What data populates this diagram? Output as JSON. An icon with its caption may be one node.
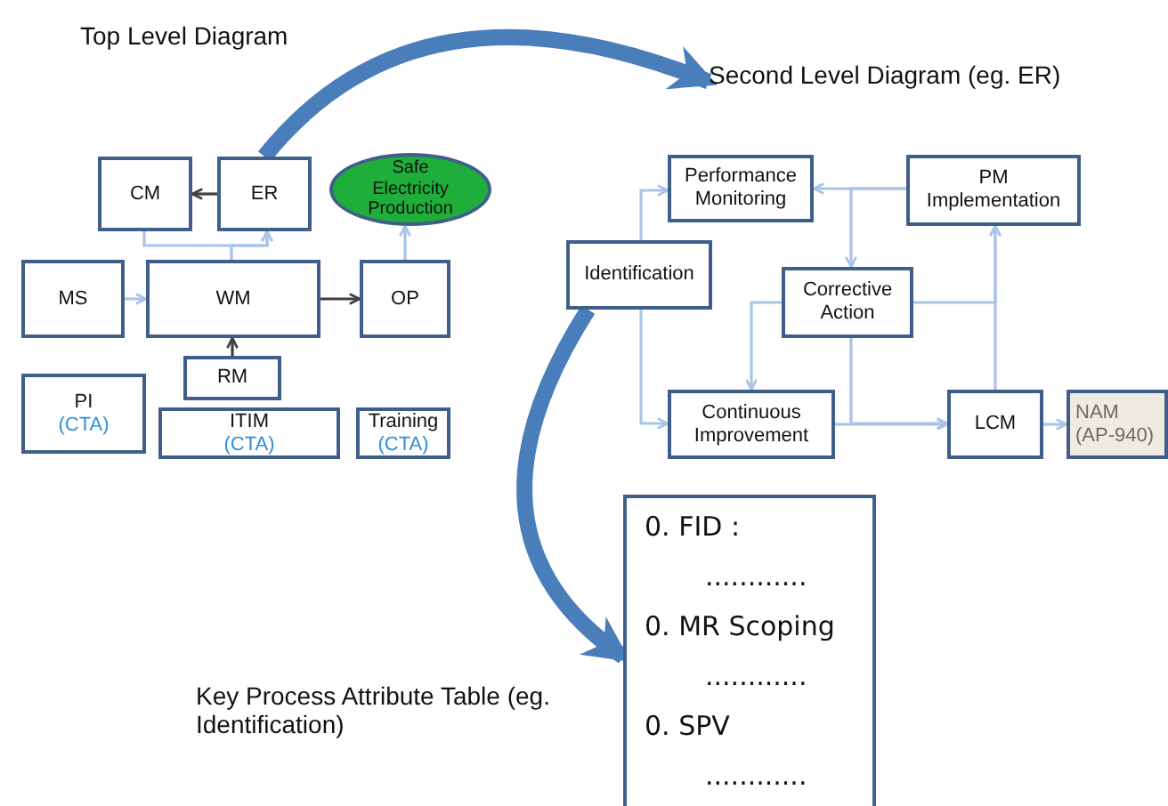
{
  "diagram": {
    "nodes": [
      {
        "text": [
          "CM"
        ]
      },
      {
        "text": [
          "ER"
        ]
      },
      {
        "text": [
          "Safe Electricity Production"
        ]
      },
      {
        "text": [
          "MS"
        ]
      },
      {
        "text": [
          "WM"
        ]
      },
      {
        "text": [
          "OP"
        ]
      },
      {
        "text": [
          "RM"
        ]
      },
      {
        "text": [
          "PI",
          "(CTA)"
        ]
      },
      {
        "text": [
          "ITIM",
          "(CTA)"
        ]
      },
      {
        "text": [
          "Training",
          "(CTA)"
        ]
      },
      {
        "text": [
          "Second Level Diagram (eg. ER)"
        ]
      },
      {
        "text": [
          "Performance Monitoring"
        ]
      },
      {
        "text": [
          "PM Implementation"
        ]
      },
      {
        "text": [
          "Identification"
        ]
      },
      {
        "text": [
          "Corrective Action"
        ]
      },
      {
        "text": [
          "Continuous Improvement"
        ]
      },
      {
        "text": [
          "LCM"
        ]
      },
      {
        "text": [
          "NAM (AP-940)"
        ]
      },
      {
        "text": [
          "0. FID :",
          "............",
          "0. MR Scoping",
          "............",
          "0. SPV",
          "............"
        ]
      }
    ],
    "edges": [
      {
        "from": 1,
        "to": 0,
        "arrow": "to",
        "color": "#404040"
      },
      {
        "from": 0,
        "to": 1,
        "arrow": "to"
      },
      {
        "from": 4,
        "to": 1,
        "arrow": "to"
      },
      {
        "from": 3,
        "to": 4,
        "arrow": "to"
      },
      {
        "from": 4,
        "to": 5,
        "arrow": "to",
        "color": "#404040"
      },
      {
        "from": 6,
        "to": 4,
        "arrow": "to",
        "color": "#404040"
      },
      {
        "from": 5,
        "to": 2,
        "arrow": "to"
      },
      {
        "from": 1,
        "to": 10,
        "arrow": "to",
        "style": "thick",
        "color": "#4a7ebb"
      },
      {
        "from": 13,
        "to": 11,
        "arrow": "to"
      },
      {
        "from": 13,
        "to": 15,
        "arrow": "to"
      },
      {
        "from": 12,
        "to": 11,
        "arrow": "to"
      },
      {
        "from": 12,
        "to": 14,
        "arrow": "to"
      },
      {
        "from": 14,
        "to": 15,
        "arrow": "to"
      },
      {
        "from": 14,
        "to": 12,
        "arrow": "to"
      },
      {
        "from": 16,
        "to": 12,
        "arrow": "to"
      },
      {
        "from": 15,
        "to": 16,
        "arrow": "to"
      },
      {
        "from": 14,
        "to": 16,
        "arrow": "to"
      },
      {
        "from": 16,
        "to": 17,
        "arrow": "to"
      },
      {
        "from": 13,
        "to": 18,
        "arrow": "to",
        "style": "thick",
        "color": "#4a7ebb"
      }
    ],
    "labels": [
      "Top Level Diagram",
      "Key Process Attribute Table (eg. Identification)"
    ]
  }
}
